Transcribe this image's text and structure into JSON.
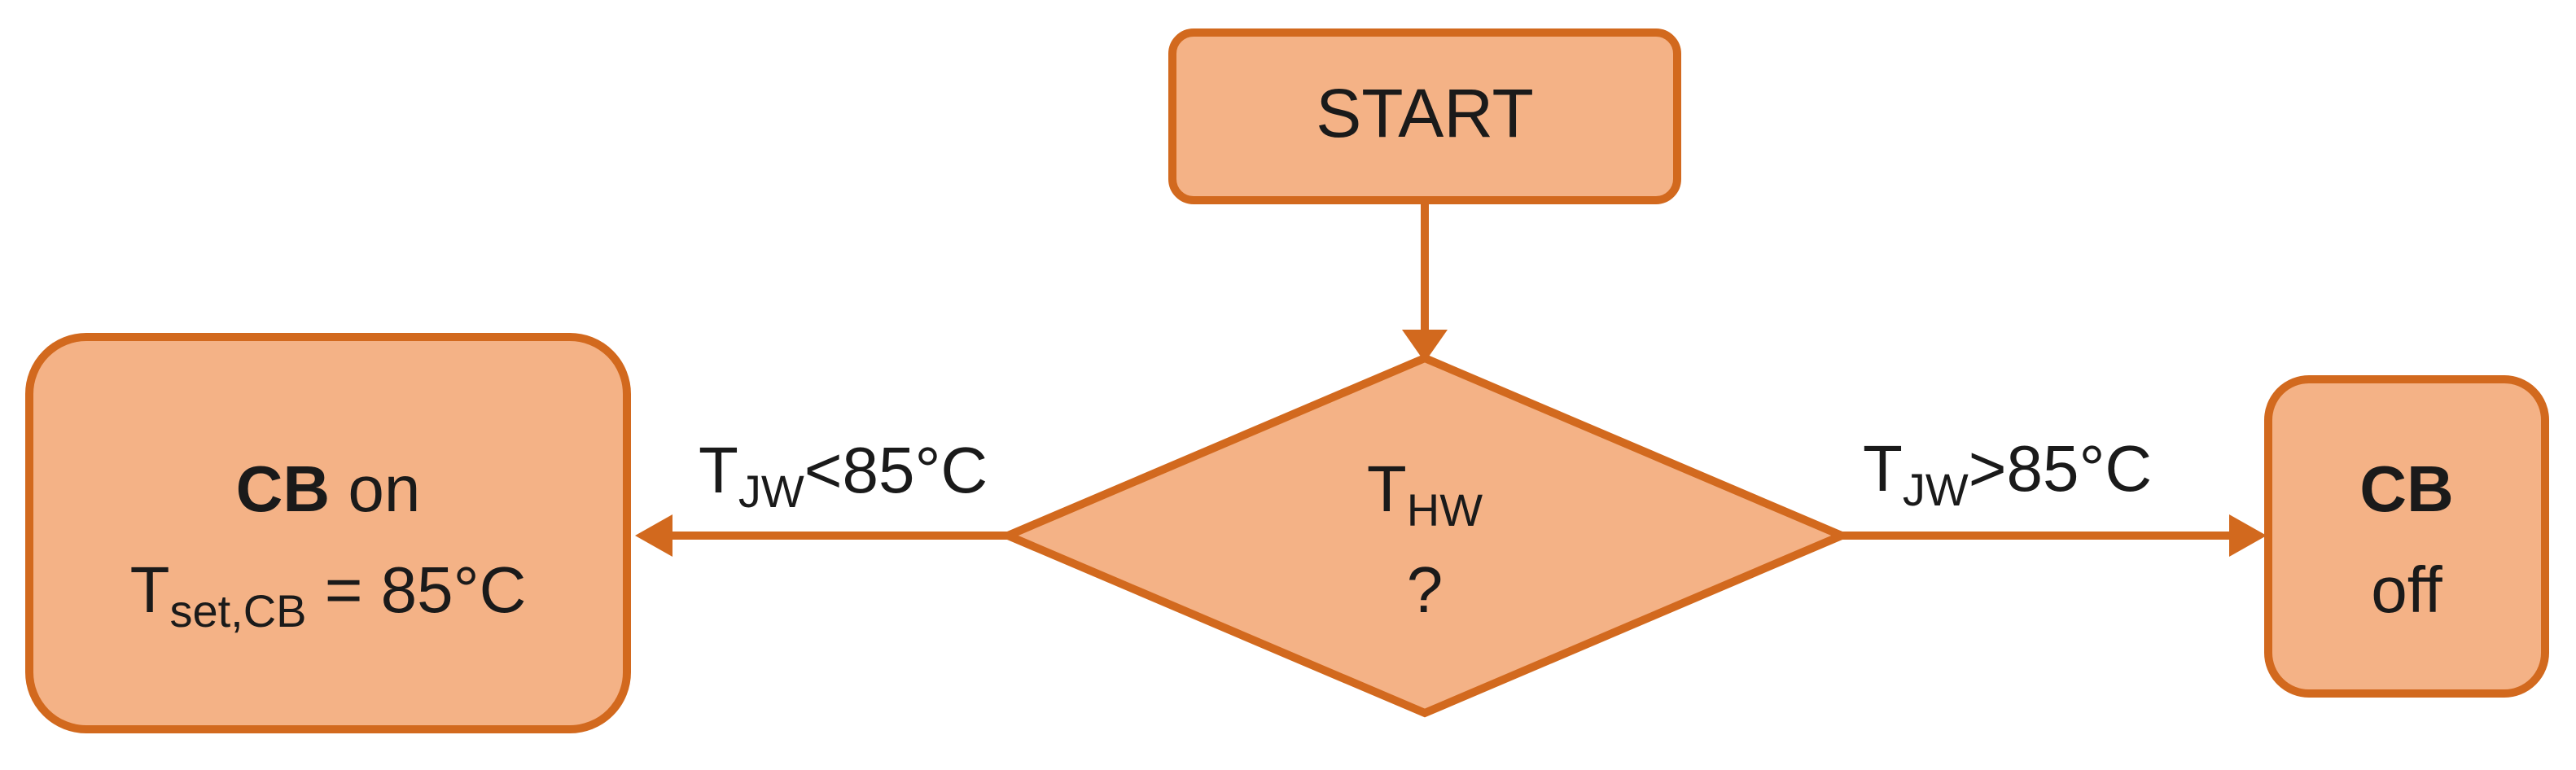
{
  "colors": {
    "fill": "#F4B286",
    "stroke": "#D2691E",
    "text": "#1a1a1a"
  },
  "start": {
    "label": "START"
  },
  "decision": {
    "var_main": "T",
    "var_sub": "HW",
    "question": "?"
  },
  "left_edge": {
    "var_main": "T",
    "var_sub": "JW",
    "condition": "<85°C"
  },
  "right_edge": {
    "var_main": "T",
    "var_sub": "JW",
    "condition": ">85°C"
  },
  "left_box": {
    "device": "CB",
    "state": " on",
    "setpoint_main": "T",
    "setpoint_sub": "set,CB",
    "setpoint_value": " = 85°C"
  },
  "right_box": {
    "device": "CB",
    "state": "off"
  }
}
